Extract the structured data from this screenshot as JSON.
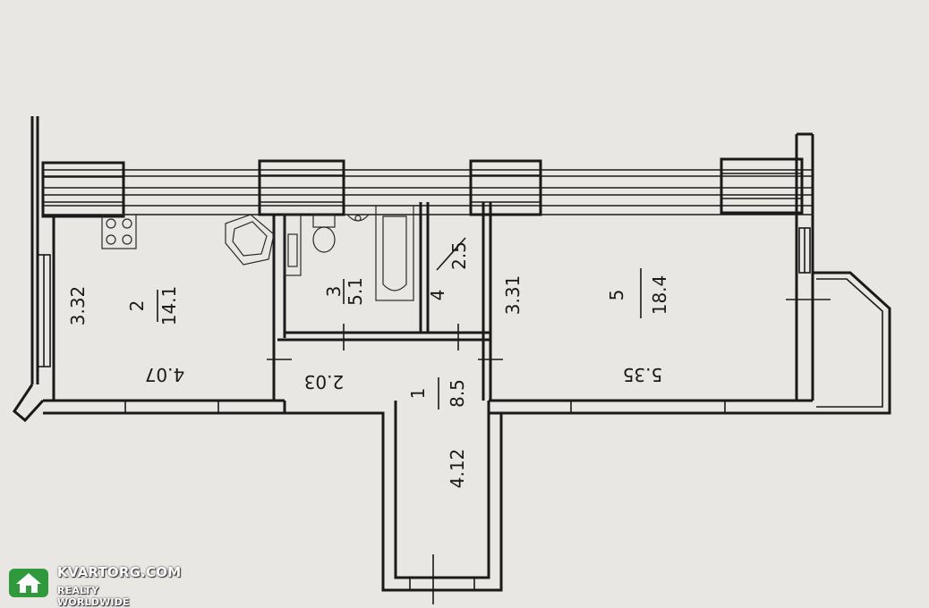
{
  "rooms": [
    {
      "number": "1",
      "area": "8.5"
    },
    {
      "number": "2",
      "area": "14.1"
    },
    {
      "number": "3",
      "area": "5.1"
    },
    {
      "number": "4",
      "area": "2.5"
    },
    {
      "number": "5",
      "area": "18.4"
    }
  ],
  "dimensions": {
    "room2_width": "3.32",
    "room2_length": "4.07",
    "room5_width": "3.31",
    "room5_length": "5.35",
    "hall_width": "2.03",
    "corridor_length": "4.12"
  },
  "watermark": {
    "name": "KVARTORG.COM",
    "tagline": "REALTY WORLDWIDE"
  },
  "colors": {
    "paper": "#e9e7e4",
    "ink": "#1a1a1a",
    "logo_green": "#2f9a3c"
  }
}
